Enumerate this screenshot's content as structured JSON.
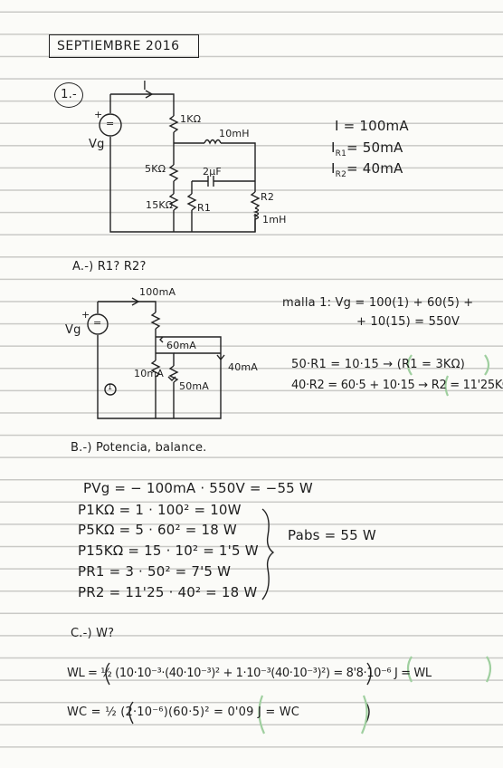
{
  "page_title": "SEPTIEMBRE 2016",
  "problem_number": "1.-",
  "circuit1": {
    "current_label": "I",
    "source_label": "Vg",
    "source_plus": "+",
    "source_symbol": "=",
    "r1k": "1KΩ",
    "r5k": "5KΩ",
    "r15k": "15KΩ",
    "r1": "R1",
    "r2": "R2",
    "l10": "10mH",
    "l1": "1mH",
    "c2": "2μF"
  },
  "given": {
    "line1": "I = 100mA",
    "line2_main": "I",
    "line2_sub": "R1",
    "line2_rest": "= 50mA",
    "line3_main": "I",
    "line3_sub": "R2",
    "line3_rest": "= 40mA"
  },
  "part_a": {
    "heading": "A.-)   R1?   R2?",
    "current_top": "100mA",
    "source_label": "Vg",
    "source_plus": "+",
    "source_symbol": "=",
    "i60": "60mA",
    "i40": "40mA",
    "i10": "10mA",
    "i50": "50mA",
    "mesh_label": "1",
    "eq1": "malla 1:  Vg = 100(1) + 60(5) +",
    "eq2": "+ 10(15) = 550V",
    "eq3": "50·R1 = 10·15 → (R1 = 3KΩ)",
    "eq4": "40·R2 = 60·5 + 10·15 → R2 = 11'25KΩ"
  },
  "part_b": {
    "heading": "B.-)  Potencia, balance.",
    "p_vg": "PVg = − 100mA · 550V = −55 W",
    "p1": "P1KΩ = 1 · 100² = 10W",
    "p2": "P5KΩ = 5 · 60² = 18 W",
    "p3": "P15KΩ = 15 · 10² = 1'5 W",
    "p4": "PR1 = 3 · 50² = 7'5 W",
    "p5": "PR2 = 11'25 · 40² = 18 W",
    "p_abs": "Pabs = 55 W"
  },
  "part_c": {
    "heading": "C.-)  W?",
    "wl": "WL = ½ (10·10⁻³·(40·10⁻³)² + 1·10⁻³(40·10⁻³)²) = 8'8·10⁻⁶ J = WL",
    "wc": "WC = ½ (2·10⁻⁶)(60·5)² = 0'09 J = WC"
  }
}
